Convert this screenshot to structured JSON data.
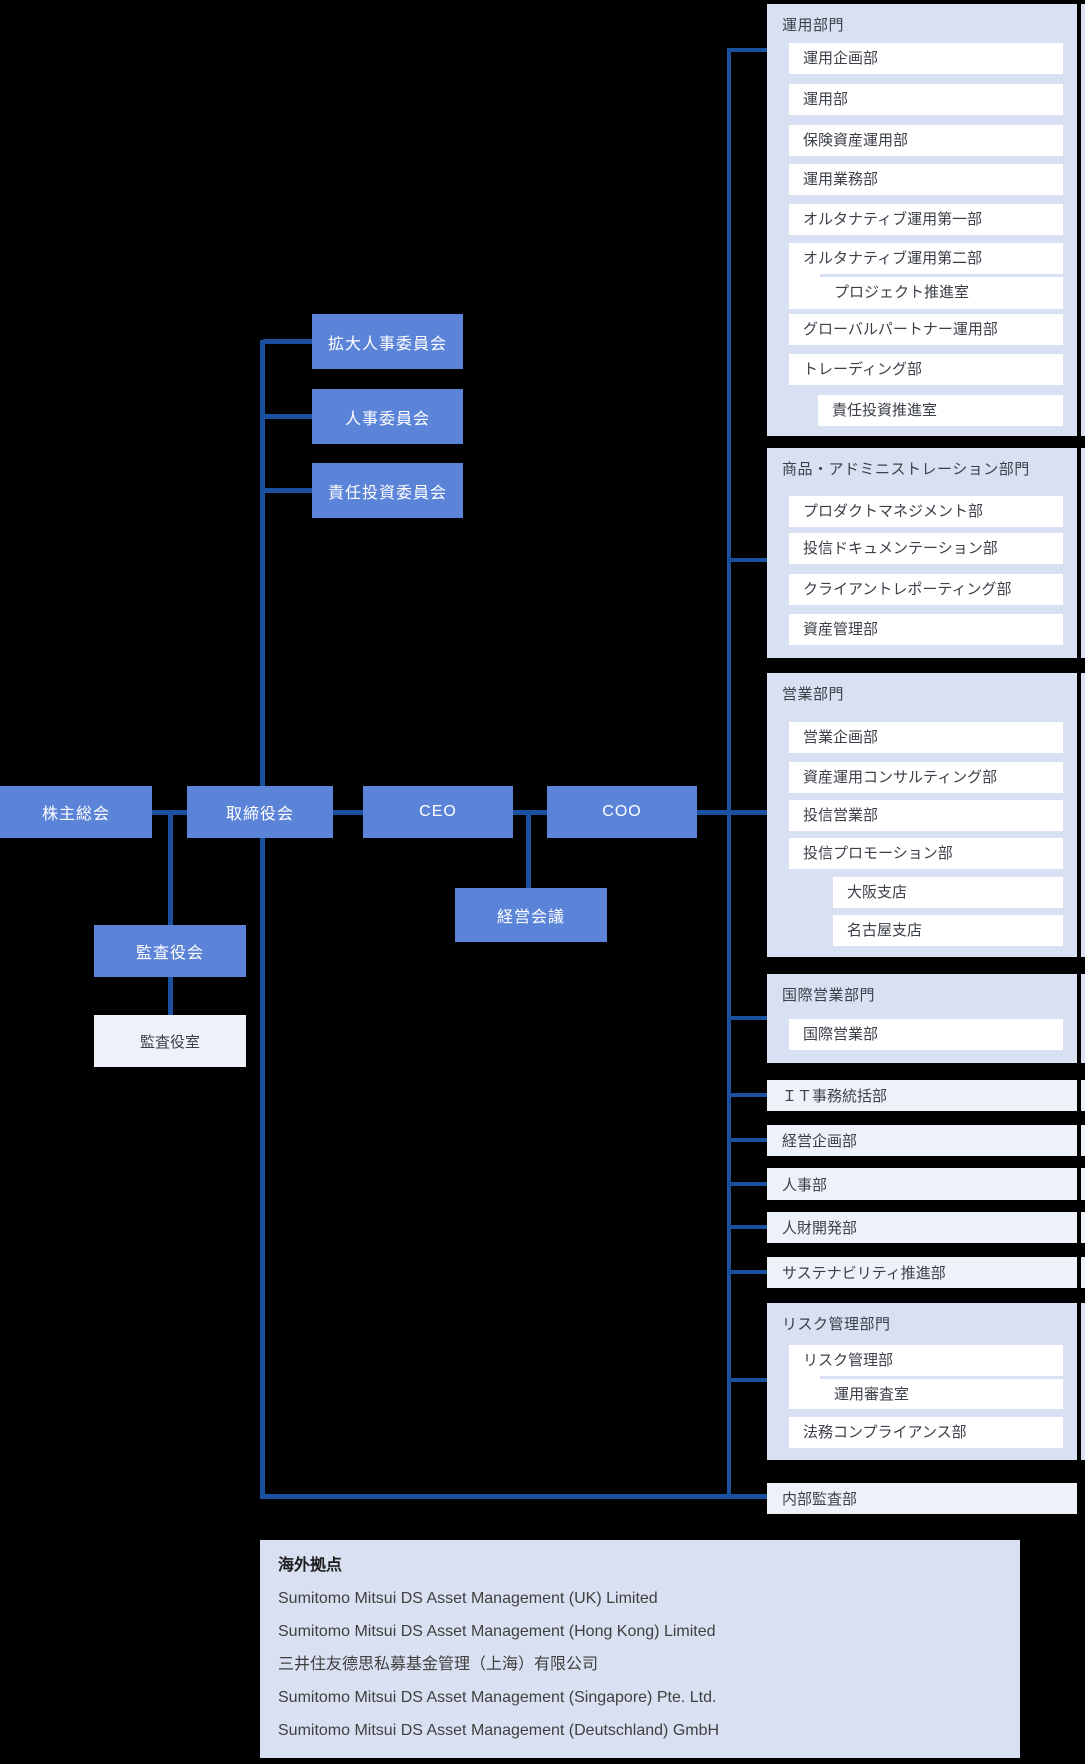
{
  "palette": {
    "background": "#000000",
    "node_blue": "#5b84d8",
    "node_text": "#ffffff",
    "connector_line": "#1b4fa0",
    "section_fill": "#d9e0f1",
    "light_fill": "#edf2f9",
    "department_fill": "#ffffff",
    "label_text": "#3c4049"
  },
  "governance": {
    "shareholders": "株主総会",
    "board": "取締役会",
    "ceo": "CEO",
    "coo": "COO",
    "audit_board": "監査役会",
    "audit_office": "監査役室",
    "management_meeting": "経営会議"
  },
  "committees": [
    {
      "label": "拡大人事委員会"
    },
    {
      "label": "人事委員会"
    },
    {
      "label": "責任投資委員会"
    }
  ],
  "divisions": [
    {
      "title": "運用部門",
      "departments": [
        "運用企画部",
        "運用部",
        "保険資産運用部",
        "運用業務部",
        "オルタナティブ運用第一部",
        "オルタナティブ運用第二部",
        "プロジェクト推進室",
        "グローバルパートナー運用部",
        "トレーディング部",
        "責任投資推進室"
      ]
    },
    {
      "title": "商品・アドミニストレーション部門",
      "departments": [
        "プロダクトマネジメント部",
        "投信ドキュメンテーション部",
        "クライアントレポーティング部",
        "資産管理部"
      ]
    },
    {
      "title": "営業部門",
      "departments": [
        "営業企画部",
        "資産運用コンサルティング部",
        "投信営業部",
        "投信プロモーション部",
        "大阪支店",
        "名古屋支店"
      ]
    },
    {
      "title": "国際営業部門",
      "departments": [
        "国際営業部"
      ]
    },
    {
      "title": "リスク管理部門",
      "departments": [
        "リスク管理部",
        "運用審査室",
        "法務コンプライアンス部"
      ]
    }
  ],
  "standalone_departments": [
    "ＩＴ事務統括部",
    "経営企画部",
    "人事部",
    "人財開発部",
    "サステナビリティ推進部",
    "内部監査部"
  ],
  "overseas": {
    "title": "海外拠点",
    "companies": [
      "Sumitomo Mitsui DS Asset Management (UK) Limited",
      "Sumitomo Mitsui DS Asset Management (Hong Kong) Limited",
      "三井住友德思私募基金管理（上海）有限公司",
      "Sumitomo Mitsui DS Asset Management (Singapore) Pte. Ltd.",
      "Sumitomo Mitsui DS Asset Management (Deutschland) GmbH"
    ]
  }
}
